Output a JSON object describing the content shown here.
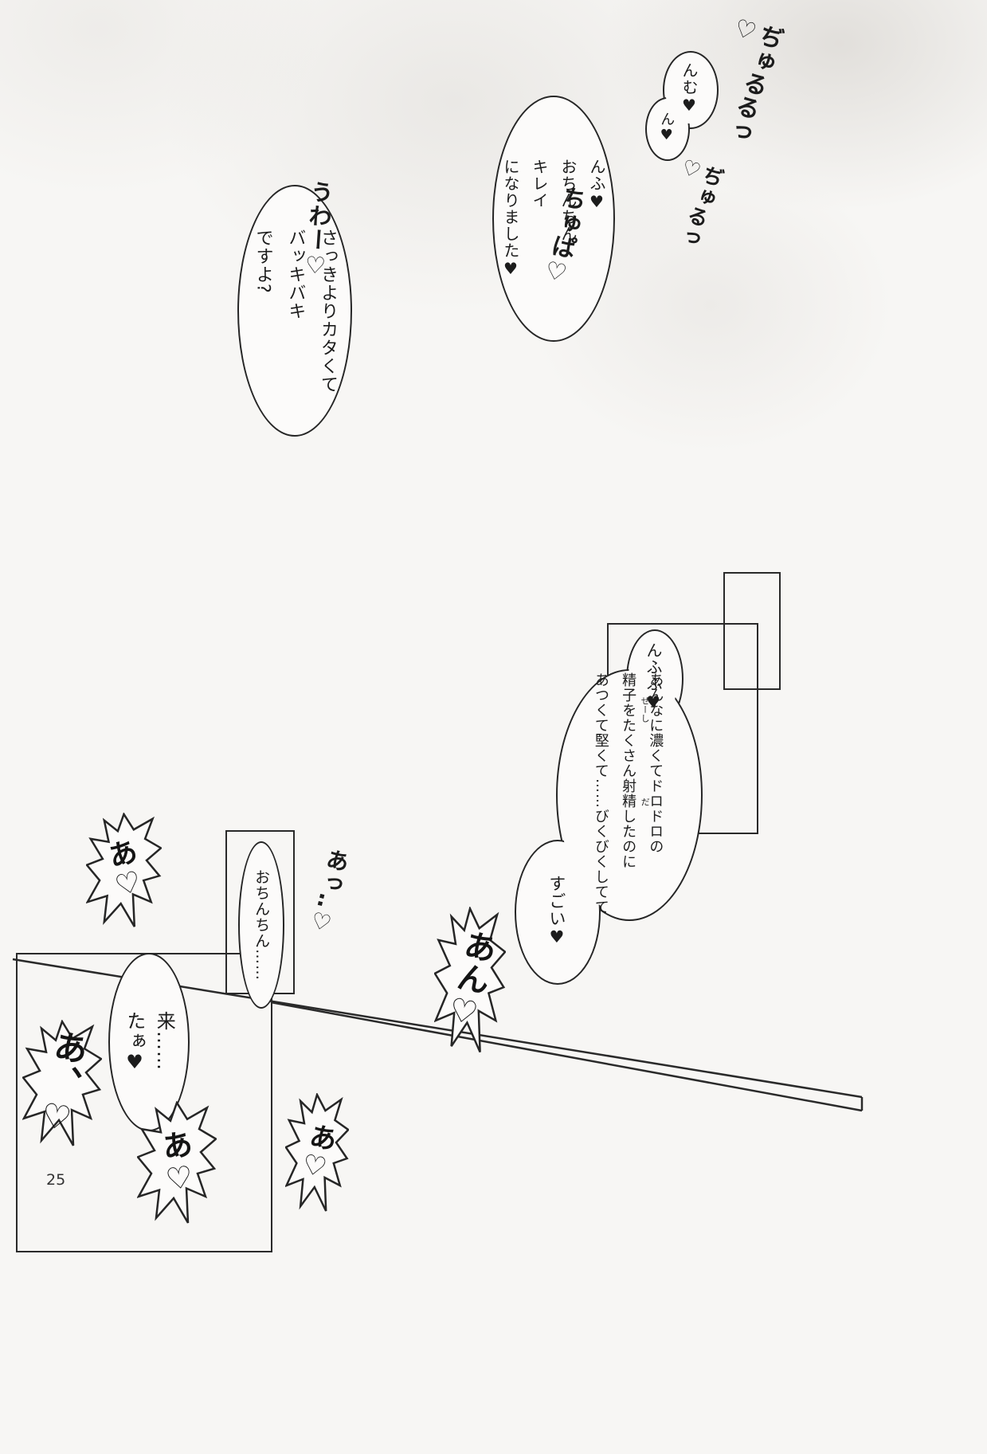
{
  "page": {
    "number": "25"
  },
  "bubbles": {
    "nmu": "んむ♥",
    "n": "ん♥",
    "kirei": "んふ♥\nおちんちん\nキレイ\nになりました♥",
    "bakkibaki": "さっきよりカタくて\nバッキバキ\nですよ?",
    "nfufu": "んふふ♥",
    "koku": "あんなに濃くてドロドロの\n精子をたくさん射精したのに\nあつくて堅くて……びくびくしてて",
    "sugoi": "すごい♥",
    "ochinchin": "おちんちん……",
    "kita": "来……\nたぁ♥"
  },
  "furigana": {
    "seishi": "せーし",
    "da": "だ"
  },
  "sfx": {
    "churu1": "ぢゅるるっ♡",
    "churu2": "ぢゅるっ♡",
    "chupa": "ちゅぱ♡",
    "uwa": "うわー♡",
    "a1": "あ♡",
    "atsu": "あっ‥♡",
    "an": "あん♡",
    "a_big": "あ、♡",
    "a2": "あ♡",
    "a3": "あ♡"
  }
}
